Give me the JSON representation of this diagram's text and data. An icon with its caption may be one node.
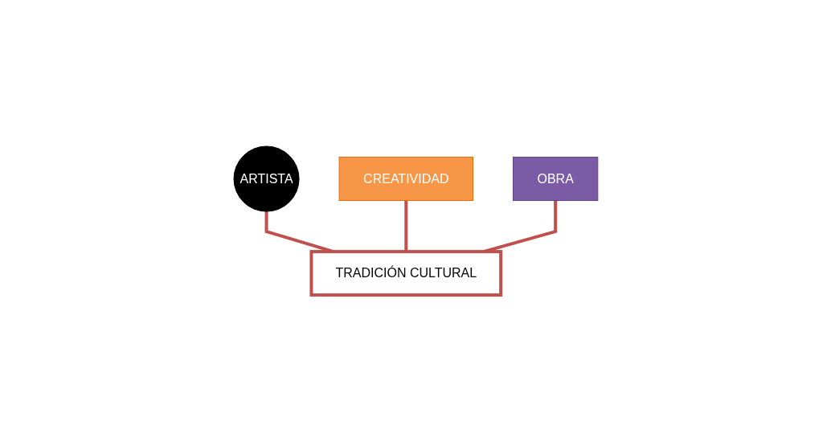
{
  "diagram": {
    "nodes": [
      {
        "text": [
          "ARTISTA"
        ]
      },
      {
        "text": [
          "CREATIVIDAD"
        ]
      },
      {
        "text": [
          "OBRA"
        ]
      },
      {
        "text": [
          "TRADICIÓN CULTURAL"
        ]
      }
    ],
    "edges": [
      {
        "from": 0,
        "to": 3,
        "arrow": "none",
        "color": "#c0504d"
      },
      {
        "from": 1,
        "to": 3,
        "arrow": "none",
        "color": "#c0504d"
      },
      {
        "from": 2,
        "to": 3,
        "arrow": "none",
        "color": "#c0504d"
      }
    ]
  }
}
